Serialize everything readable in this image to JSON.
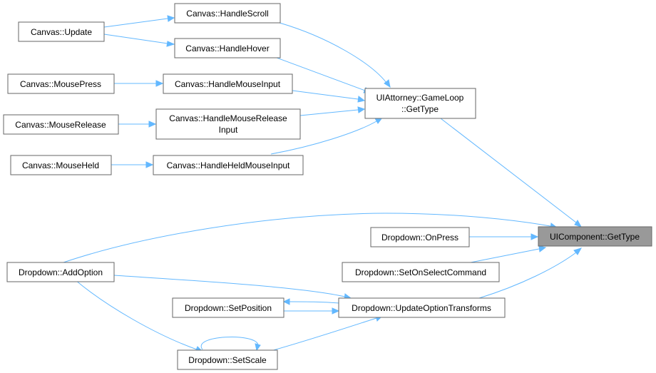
{
  "colors": {
    "edge": "#63b8ff",
    "node_border": "#666666",
    "focus_fill": "#999999",
    "node_fill": "#ffffff"
  },
  "nodes": {
    "handle_scroll": {
      "lines": [
        "Canvas::HandleScroll"
      ]
    },
    "update": {
      "lines": [
        "Canvas::Update"
      ]
    },
    "handle_hover": {
      "lines": [
        "Canvas::HandleHover"
      ]
    },
    "mouse_press": {
      "lines": [
        "Canvas::MousePress"
      ]
    },
    "handle_mouse_input": {
      "lines": [
        "Canvas::HandleMouseInput"
      ]
    },
    "mouse_release": {
      "lines": [
        "Canvas::MouseRelease"
      ]
    },
    "handle_mouse_release_input": {
      "lines": [
        "Canvas::HandleMouseRelease",
        "Input"
      ]
    },
    "mouse_held": {
      "lines": [
        "Canvas::MouseHeld"
      ]
    },
    "handle_held_mouse_input": {
      "lines": [
        "Canvas::HandleHeldMouseInput"
      ]
    },
    "ui_attorney_gettype": {
      "lines": [
        "UIAttorney::GameLoop",
        "::GetType"
      ]
    },
    "ui_component_gettype": {
      "lines": [
        "UIComponent::GetType"
      ]
    },
    "dropdown_onpress": {
      "lines": [
        "Dropdown::OnPress"
      ]
    },
    "dropdown_add_option": {
      "lines": [
        "Dropdown::AddOption"
      ]
    },
    "dropdown_set_on_select": {
      "lines": [
        "Dropdown::SetOnSelectCommand"
      ]
    },
    "dropdown_set_position": {
      "lines": [
        "Dropdown::SetPosition"
      ]
    },
    "dropdown_update_option_transforms": {
      "lines": [
        "Dropdown::UpdateOptionTransforms"
      ]
    },
    "dropdown_set_scale": {
      "lines": [
        "Dropdown::SetScale"
      ]
    }
  }
}
